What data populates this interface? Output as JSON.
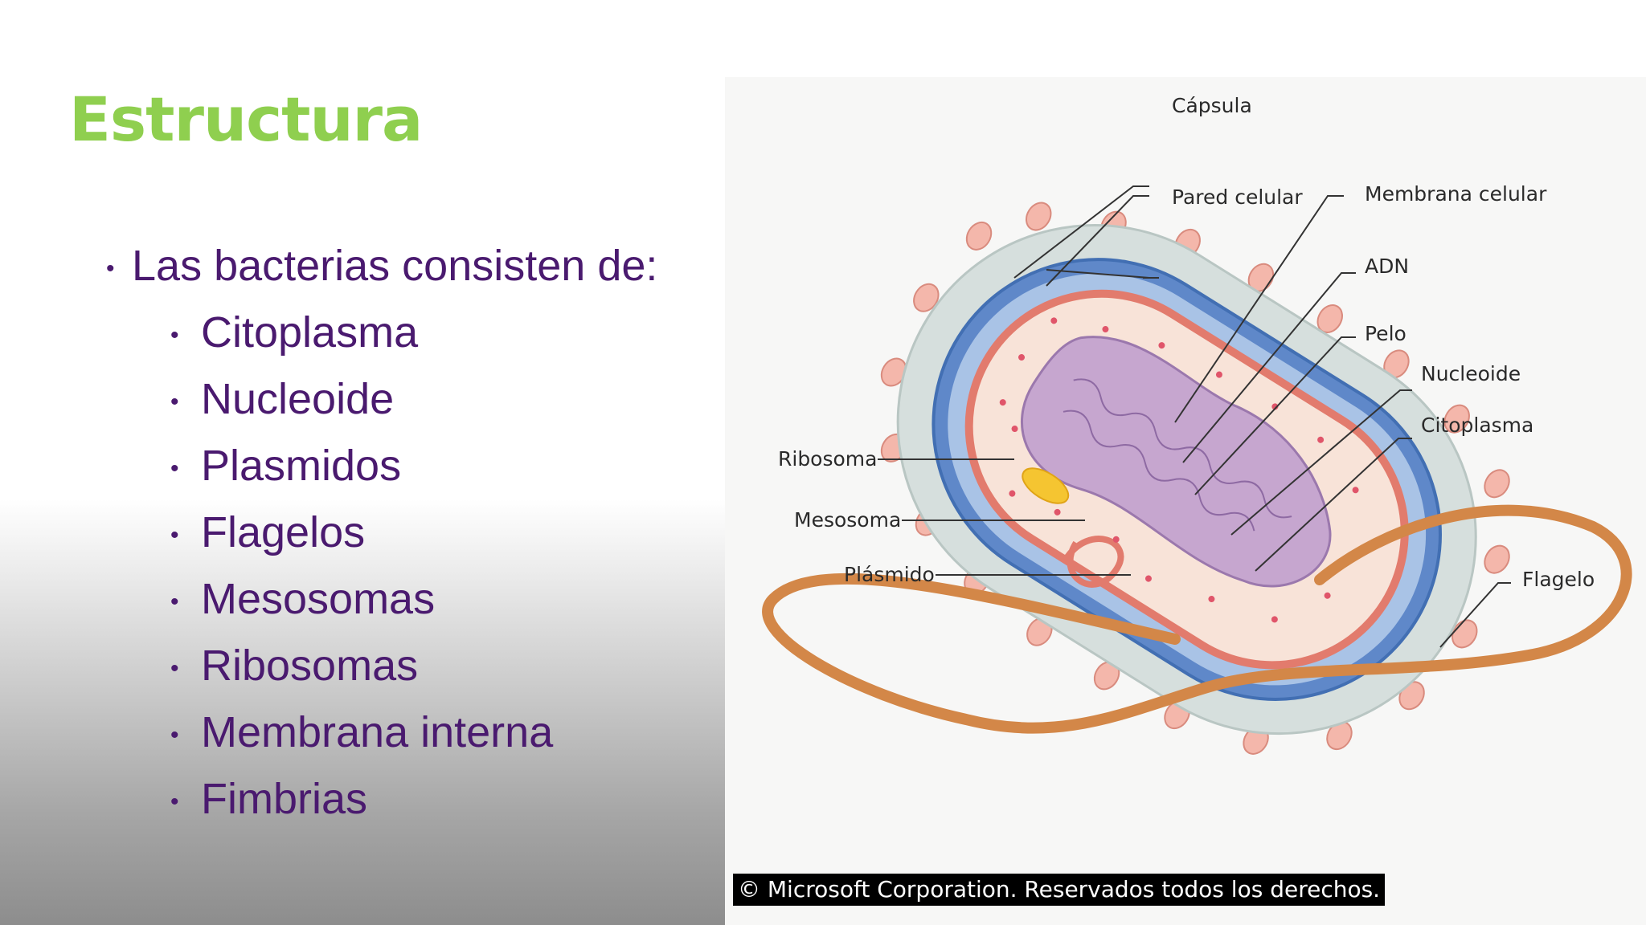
{
  "slide": {
    "title": "Estructura",
    "bullets": [
      {
        "level": 1,
        "text": "Las bacterias consisten de:"
      },
      {
        "level": 2,
        "text": "Citoplasma"
      },
      {
        "level": 2,
        "text": "Nucleoide"
      },
      {
        "level": 2,
        "text": "Plasmidos"
      },
      {
        "level": 2,
        "text": "Flagelos"
      },
      {
        "level": 2,
        "text": "Mesosomas"
      },
      {
        "level": 2,
        "text": "Ribosomas"
      },
      {
        "level": 2,
        "text": "Membrana interna"
      },
      {
        "level": 2,
        "text": "Fimbrias"
      }
    ],
    "bullet_glyph": "•",
    "colors": {
      "title": "#8fcf4f",
      "text": "#4a1a6f"
    }
  },
  "diagram": {
    "labels": {
      "capsula": "Cápsula",
      "pared_celular": "Pared celular",
      "membrana_celular": "Membrana celular",
      "adn": "ADN",
      "pelo": "Pelo",
      "nucleoide": "Nucleoide",
      "citoplasma": "Citoplasma",
      "ribosoma": "Ribosoma",
      "mesosoma": "Mesosoma",
      "plasmido": "Plásmido",
      "flagelo": "Flagelo"
    },
    "copyright": "© Microsoft Corporation. Reservados todos los derechos."
  }
}
